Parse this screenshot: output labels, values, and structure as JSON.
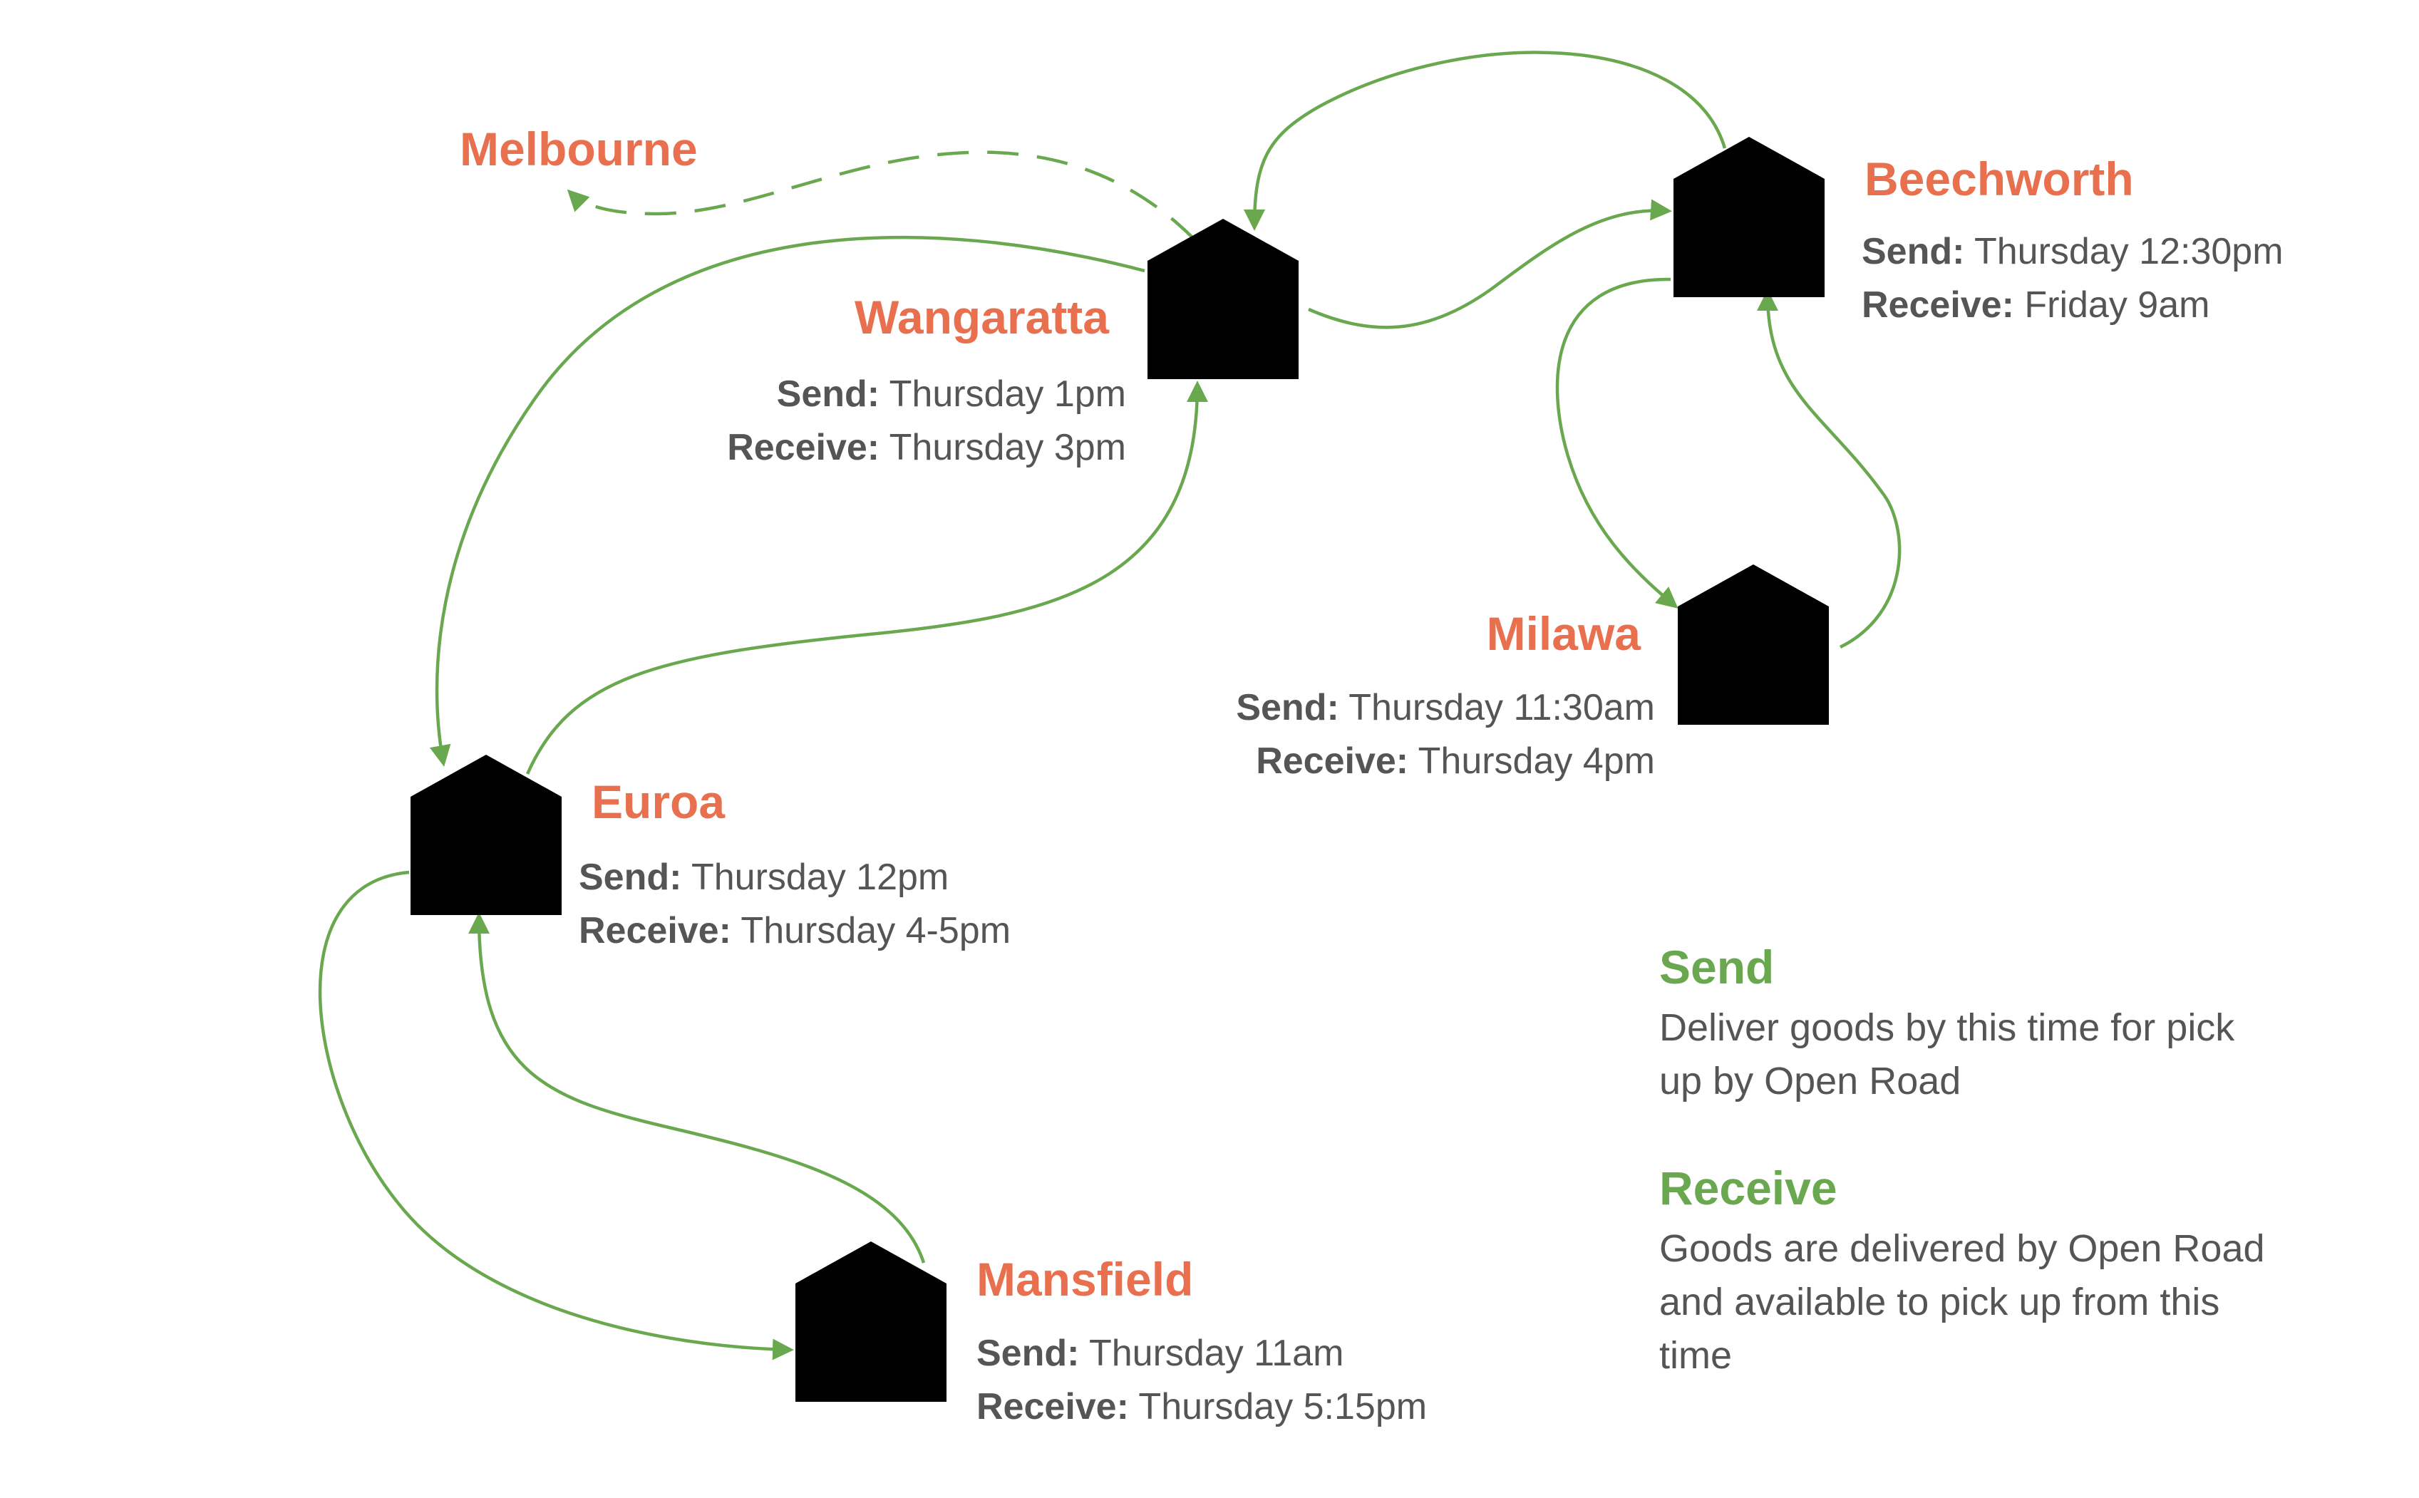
{
  "locations": {
    "melbourne": {
      "name": "Melbourne"
    },
    "wangaratta": {
      "name": "Wangaratta",
      "send_label": "Send:",
      "send_time": " Thursday 1pm",
      "receive_label": "Receive:",
      "receive_time": " Thursday 3pm"
    },
    "beechworth": {
      "name": "Beechworth",
      "send_label": "Send:",
      "send_time": " Thursday 12:30pm",
      "receive_label": "Receive:",
      "receive_time": " Friday 9am"
    },
    "milawa": {
      "name": "Milawa",
      "send_label": "Send:",
      "send_time": " Thursday 11:30am",
      "receive_label": "Receive:",
      "receive_time": " Thursday 4pm"
    },
    "euroa": {
      "name": "Euroa",
      "send_label": "Send:",
      "send_time": " Thursday 12pm",
      "receive_label": "Receive:",
      "receive_time": " Thursday 4-5pm"
    },
    "mansfield": {
      "name": "Mansfield",
      "send_label": "Send:",
      "send_time": " Thursday 11am",
      "receive_label": "Receive:",
      "receive_time": " Thursday 5:15pm"
    }
  },
  "legend": {
    "send": {
      "title": "Send",
      "lines": [
        "Deliver goods by this time for pick",
        "up by Open Road"
      ]
    },
    "receive": {
      "title": "Receive",
      "lines": [
        "Goods are delivered by Open Road",
        "and available to pick up from this",
        "time"
      ]
    }
  },
  "icons": {
    "warehouse": "warehouse-icon"
  },
  "colors": {
    "town": "#e9704f",
    "route": "#6aa84f",
    "legend_heading": "#6aa84f",
    "text": "#555555",
    "icon": "#111111"
  }
}
